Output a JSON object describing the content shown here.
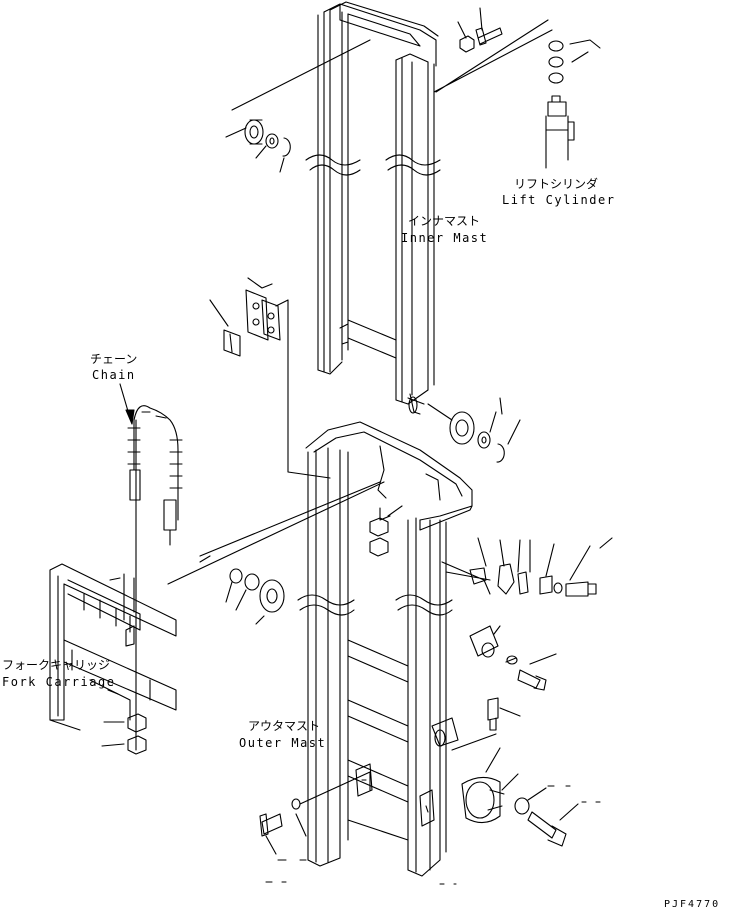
{
  "labels": {
    "lift_cylinder_jp": "リフトシリンダ",
    "lift_cylinder_en": "Lift Cylinder",
    "inner_mast_jp": "インナマスト",
    "inner_mast_en": "Inner Mast",
    "chain_jp": "チェーン",
    "chain_en": "Chain",
    "fork_carriage_jp": "フォークキャリッジ",
    "fork_carriage_en": "Fork Carriage",
    "outer_mast_jp": "アウタマスト",
    "outer_mast_en": "Outer Mast",
    "drawing_number": "PJF4770"
  }
}
